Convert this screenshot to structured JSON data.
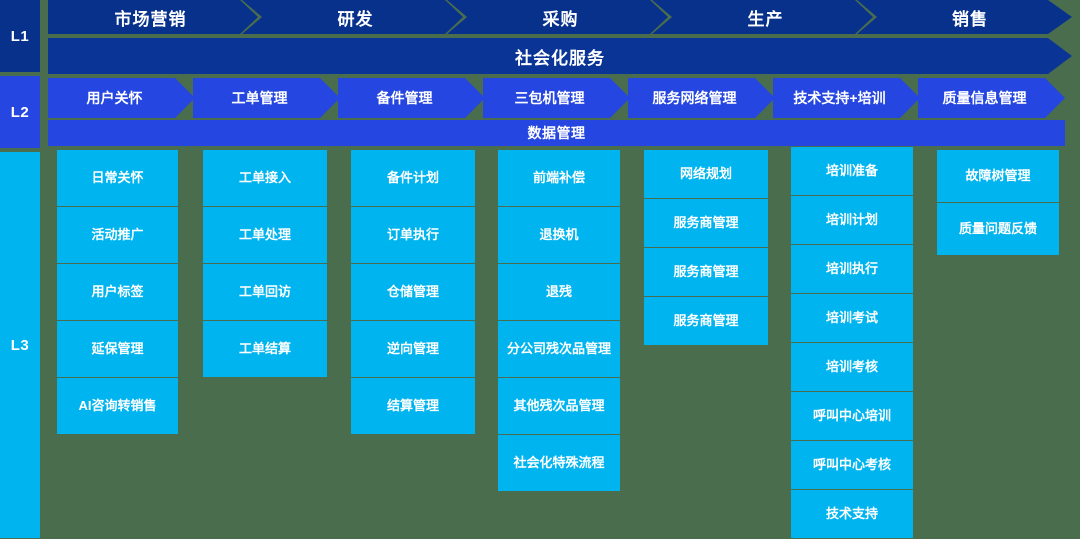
{
  "colors": {
    "background": "#4a6e4d",
    "l1_navy": "#08318c",
    "l1_wide_navy": "#0a3596",
    "l2_blue": "#2546e0",
    "l3_cyan": "#00b5ef",
    "text": "#ffffff"
  },
  "levels": [
    {
      "id": "L1",
      "label": "L1"
    },
    {
      "id": "L2",
      "label": "L2"
    },
    {
      "id": "L3",
      "label": "L3"
    }
  ],
  "l1": {
    "stages": [
      {
        "label": "市场营销"
      },
      {
        "label": "研发"
      },
      {
        "label": "采购"
      },
      {
        "label": "生产"
      },
      {
        "label": "销售"
      }
    ],
    "wide_band": {
      "label": "社会化服务"
    }
  },
  "l2": {
    "items": [
      {
        "label": "用户关怀"
      },
      {
        "label": "工单管理"
      },
      {
        "label": "备件管理"
      },
      {
        "label": "三包机管理"
      },
      {
        "label": "服务网络管理"
      },
      {
        "label": "技术支持+培训"
      },
      {
        "label": "质量信息管理"
      }
    ],
    "wide_band": {
      "label": "数据管理"
    }
  },
  "l3": {
    "columns": [
      {
        "parent": "用户关怀",
        "items": [
          {
            "label": "日常关怀"
          },
          {
            "label": "活动推广"
          },
          {
            "label": "用户标签"
          },
          {
            "label": "延保管理"
          },
          {
            "label": "AI咨询转销售"
          }
        ]
      },
      {
        "parent": "工单管理",
        "items": [
          {
            "label": "工单接入"
          },
          {
            "label": "工单处理"
          },
          {
            "label": "工单回访"
          },
          {
            "label": "工单结算"
          }
        ]
      },
      {
        "parent": "备件管理",
        "items": [
          {
            "label": "备件计划"
          },
          {
            "label": "订单执行"
          },
          {
            "label": "仓储管理"
          },
          {
            "label": "逆向管理"
          },
          {
            "label": "结算管理"
          }
        ]
      },
      {
        "parent": "三包机管理",
        "items": [
          {
            "label": "前端补偿"
          },
          {
            "label": "退换机"
          },
          {
            "label": "退残"
          },
          {
            "label": "分公司残次品管理"
          },
          {
            "label": "其他残次品管理"
          },
          {
            "label": "社会化特殊流程"
          }
        ]
      },
      {
        "parent": "服务网络管理",
        "items": [
          {
            "label": "网络规划"
          },
          {
            "label": "服务商管理"
          },
          {
            "label": "服务商管理"
          },
          {
            "label": "服务商管理"
          }
        ]
      },
      {
        "parent": "技术支持+培训",
        "items": [
          {
            "label": "培训准备"
          },
          {
            "label": "培训计划"
          },
          {
            "label": "培训执行"
          },
          {
            "label": "培训考试"
          },
          {
            "label": "培训考核"
          },
          {
            "label": "呼叫中心培训"
          },
          {
            "label": "呼叫中心考核"
          },
          {
            "label": "技术支持"
          }
        ]
      },
      {
        "parent": "质量信息管理",
        "items": [
          {
            "label": "故障树管理"
          },
          {
            "label": "质量问题反馈"
          }
        ]
      }
    ]
  },
  "layout": {
    "l1_stage_x": [
      48,
      253,
      458,
      663,
      868
    ],
    "l1_stage_w": [
      205,
      205,
      205,
      205,
      204
    ],
    "l1_notch_x": [
      240,
      445,
      650,
      855
    ],
    "l2_x": [
      48,
      193,
      338,
      483,
      628,
      773,
      918
    ],
    "l2_w": [
      147,
      147,
      147,
      147,
      147,
      147,
      147
    ],
    "l3_x": [
      57,
      203,
      351,
      498,
      644,
      791,
      937
    ],
    "l3_w": [
      121,
      124,
      124,
      122,
      124,
      122,
      122
    ],
    "l3_top": [
      150,
      150,
      150,
      150,
      150,
      147,
      150
    ],
    "l3_h": [
      56,
      56,
      56,
      56,
      48,
      48,
      52
    ]
  }
}
